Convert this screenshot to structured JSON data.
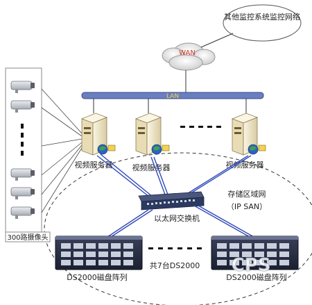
{
  "wan_label": "WAN",
  "lan_label": "LAN",
  "remote_network_label": "其他监控系统监控网络",
  "camera_group_label": "300路摄像头",
  "servers": [
    {
      "label": "视频服务器"
    },
    {
      "label": "视频服务器"
    },
    {
      "label": "视频服务器"
    }
  ],
  "switch_label": "以太网交换机",
  "storage_area_label_line1": "存储区域网",
  "storage_area_label_line2": "（IP SAN）",
  "storage_arrays": [
    {
      "label": "DS2000磁盘阵列"
    },
    {
      "label": "DS2000磁盘阵列"
    }
  ],
  "array_count_label": "共7台DS2000",
  "watermark": "CPS",
  "colors": {
    "lan_bar": "#6a7fbf",
    "wan_cloud": "#e9e9e9",
    "wan_text": "#d23a2a",
    "server_body": "#f1e8cc",
    "switch_body": "#2d3a5f",
    "link_blue": "#2f49b8",
    "camera_body": "#c9ccd2"
  }
}
